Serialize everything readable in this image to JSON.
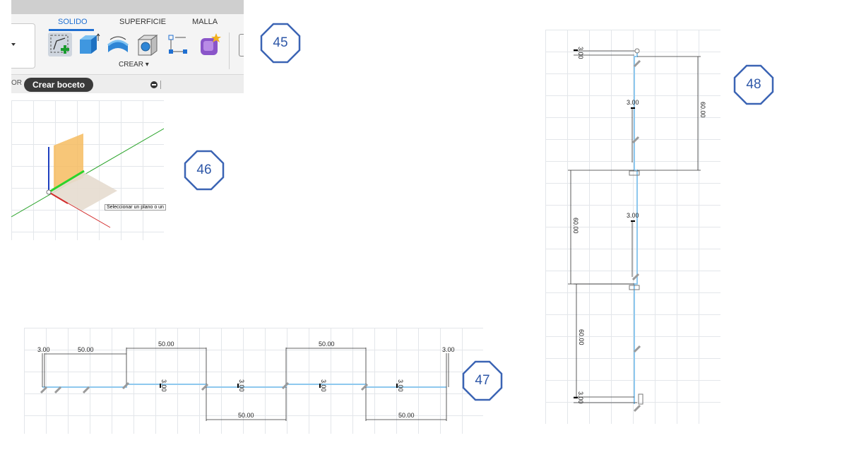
{
  "toolbar": {
    "tabs": [
      "SOLIDO",
      "SUPERFICIE",
      "MALLA"
    ],
    "active_tab": "SOLIDO",
    "crear_label": "CREAR",
    "tooltip_label": "Crear boceto",
    "partial_label": "OR",
    "tool_icons": [
      "create-sketch-icon",
      "extrude-icon",
      "revolve-icon",
      "hole-icon",
      "sketch-dimension-icon",
      "create-form-icon"
    ],
    "accent_color": "#1f6fd1"
  },
  "steps": {
    "s45": "45",
    "s46": "46",
    "s47": "47",
    "s48": "48"
  },
  "viewport": {
    "hint": "Seleccionar un plano o un"
  },
  "sketch_h": {
    "dims_top": [
      "3.00",
      "50.00",
      "50.00",
      "50.00",
      "3.00"
    ],
    "dims_bottom": [
      "50.00",
      "50.00"
    ],
    "dims_vertical": [
      "3.00",
      "3.00",
      "3.00",
      "3.00"
    ]
  },
  "sketch_v": {
    "dims_small": [
      "3.00",
      "3.00",
      "3.00",
      "3.00"
    ],
    "dims_long": [
      "60.00",
      "60.00",
      "60.00"
    ]
  },
  "colors": {
    "badge_border": "#3b64b4",
    "sketch_line": "#8ec8ee"
  }
}
